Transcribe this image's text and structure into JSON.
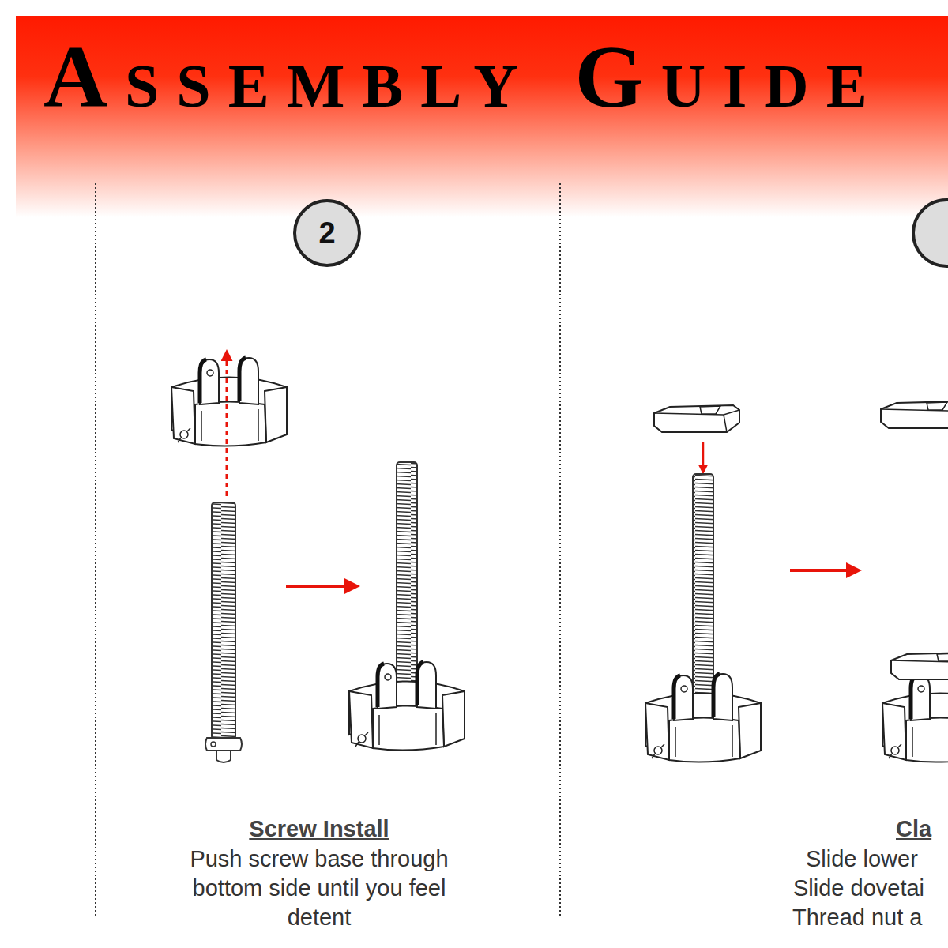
{
  "diagram": {
    "title": "Assembly Guide",
    "nodes": [
      {
        "text": [
          "2"
        ]
      }
    ],
    "labels": [
      "Screw Install",
      "Push screw base through bottom side until you feel detent",
      "Cla",
      "Slide lower",
      "Slide dovetai",
      "Thread nut a"
    ]
  }
}
